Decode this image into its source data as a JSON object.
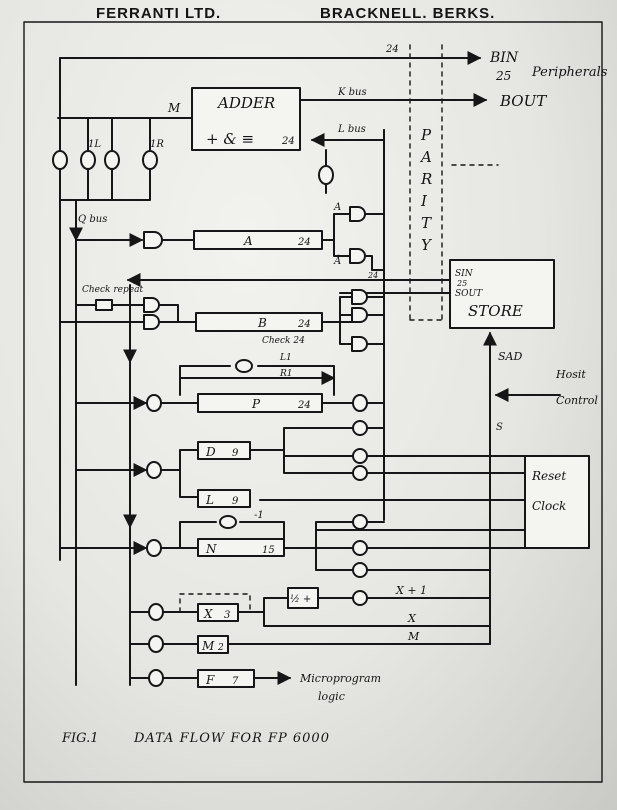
{
  "header": {
    "company": "FERRANTI LTD.",
    "location": "BRACKNELL.  BERKS."
  },
  "caption": {
    "fig": "FIG.1",
    "title": "DATA  FLOW  FOR  FP 6000"
  },
  "labels": {
    "adder": "ADDER",
    "adder_ops": "+ & ≡",
    "adder_width": "24",
    "m": "M",
    "k_bus": "K bus",
    "l_bus": "L bus",
    "q_bus": "Q bus",
    "bin": "BIN",
    "bin_24": "24",
    "bin_25": "25",
    "bout": "BOUT",
    "peripherals": "Peripherals",
    "parity": "P A R I T Y",
    "store": "STORE",
    "sin": "SIN",
    "s25": "25",
    "sout": "SOUT",
    "sad": "SAD",
    "hosit_control": "Hosit Control",
    "s": "S",
    "reset_clock": "Reset Clock",
    "one_l": "1L",
    "one_r": "1R",
    "a_upper": "A",
    "a_lower": "Ā",
    "a_24": "24",
    "reg_a": "A",
    "reg_a_w": "24",
    "check_repeat": "Check repeat",
    "reg_b": "B",
    "reg_b_w": "24",
    "check_24": "Check 24",
    "l1": "L1",
    "r1": "R1",
    "reg_p": "P",
    "reg_p_w": "24",
    "reg_d": "D",
    "reg_d_w": "9",
    "reg_l": "L",
    "reg_l_w": "9",
    "minus1": "-1",
    "reg_n": "N",
    "reg_n_w": "15",
    "reg_x": "X",
    "reg_x_w": "3",
    "half_plus": "½ +",
    "x_plus_1": "X + 1",
    "x_out": "X",
    "reg_m": "M",
    "reg_m_w": "2",
    "m_out": "M",
    "reg_f": "F",
    "reg_f_w": "7",
    "microprogram": "Microprogram",
    "logic": "logic"
  }
}
